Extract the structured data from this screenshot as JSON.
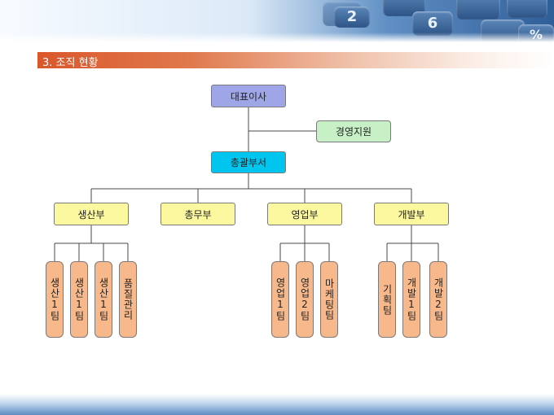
{
  "page_title": "3. 조직 현황",
  "org": {
    "ceo": "대표이사",
    "support": "경영지원",
    "general_manager": "총괄부서",
    "divisions": [
      {
        "name": "생산부",
        "teams": [
          "생산1팀",
          "생산1팀",
          "생산1팀",
          "품질관리"
        ]
      },
      {
        "name": "총무부",
        "teams": []
      },
      {
        "name": "영업부",
        "teams": [
          "영업1팀",
          "영업2팀",
          "마케팅팀"
        ]
      },
      {
        "name": "개발부",
        "teams": [
          "기획팀",
          "개발1팀",
          "개발2팀"
        ]
      }
    ]
  },
  "colors": {
    "ceo": "#9fa6e8",
    "general_manager": "#00c6ef",
    "support": "#c7f0c7",
    "division": "#fbf8a0",
    "team": "#f7b98c",
    "title_bar": "#d9572b"
  },
  "decor": {
    "keypad_keys": [
      "2",
      "6",
      "%"
    ]
  }
}
